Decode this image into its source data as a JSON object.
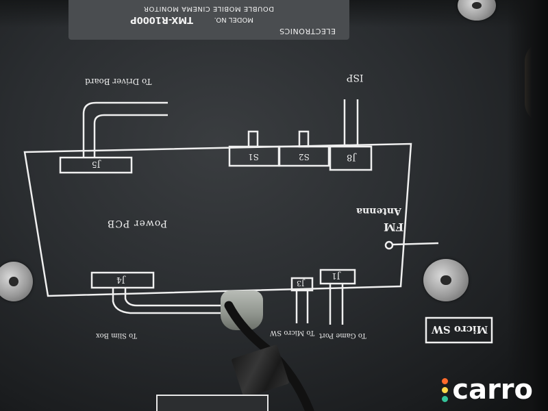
{
  "model_plate": {
    "line1": "ELECTRONICS",
    "model_no_label": "MODEL NO.",
    "model_no_value": "TMX-R1000P",
    "line2": "DOUBLE MOBILE CINEMA MONITOR"
  },
  "silkscreen": {
    "to_driver_board": "To Driver Board",
    "isp": "ISP",
    "j5": "J5",
    "s1": "S1",
    "s2": "S2",
    "j8": "J8",
    "fm_antenna_line1": "FM",
    "fm_antenna_line2": "Antenna",
    "power_pcb": "Power PCB",
    "j4": "J4",
    "j3": "J3",
    "j1": "J1",
    "to_slim_box": "To Slim Box",
    "to_micro_sw": "To Micro SW",
    "to_game_port": "To Game Port",
    "micro_sw_box": "Micro SW"
  },
  "watermark": {
    "text": "carro",
    "dot_colors": [
      "#ff6a2b",
      "#ffd84a",
      "#34c39a"
    ]
  },
  "colors": {
    "silkscreen": "#f0f0f0",
    "panel": "#2a2d30"
  }
}
